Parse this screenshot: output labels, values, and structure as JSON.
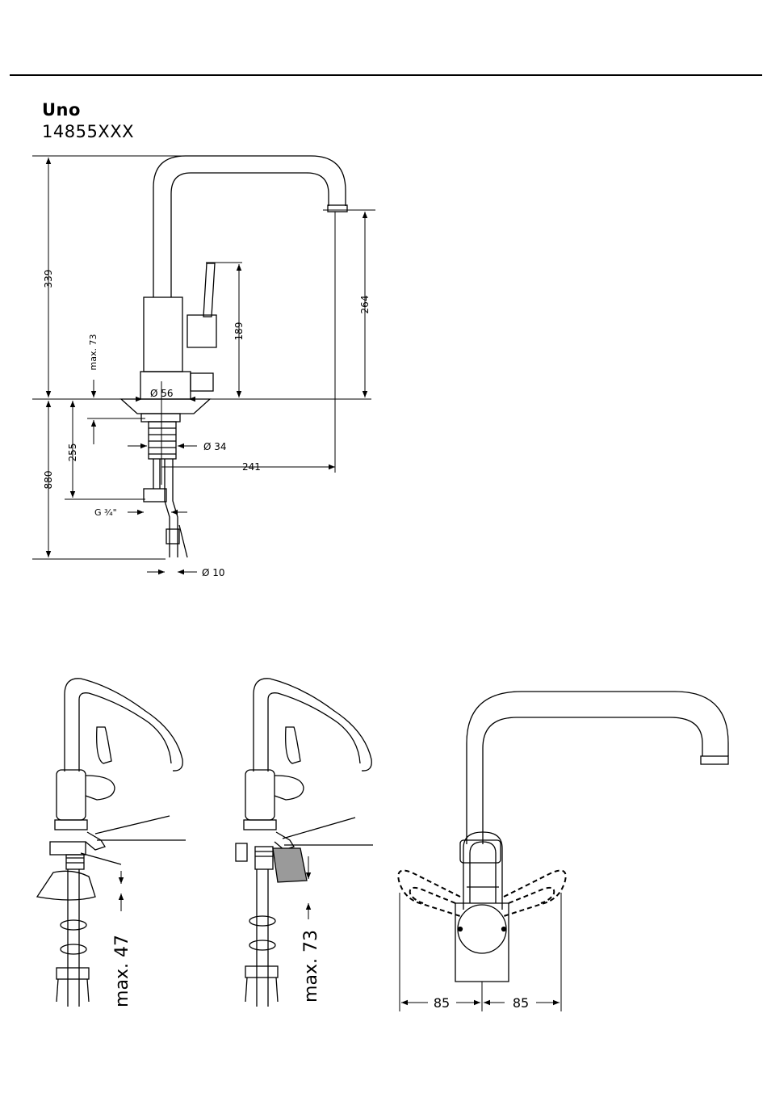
{
  "header": {
    "model_name": "Uno",
    "model_code": "14855XXX"
  },
  "dimensions": {
    "total_height": "339",
    "spout_height": "264",
    "lever_height": "189",
    "max_counter": "max. 73",
    "base_diameter": "Ø 56",
    "shank_diameter": "Ø 34",
    "reach": "241",
    "shank_length": "255",
    "hose_length": "880",
    "thread": "G ¾\"",
    "hose_diameter": "Ø 10"
  },
  "install_views": {
    "left_label": "max. 47",
    "middle_label": "max. 73"
  },
  "front_view": {
    "swing_left": "85",
    "swing_right": "85"
  }
}
